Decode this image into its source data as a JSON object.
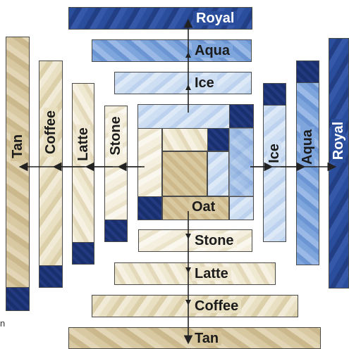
{
  "labels": {
    "royal_top": "Royal",
    "aqua_top": "Aqua",
    "ice_top": "Ice",
    "oat": "Oat",
    "stone_bottom": "Stone",
    "latte_bottom": "Latte",
    "coffee_bottom": "Coffee",
    "tan_bottom": "Tan",
    "tan_left": "Tan",
    "coffee_left": "Coffee",
    "latte_left": "Latte",
    "stone_left": "Stone",
    "ice_right": "Ice",
    "aqua_right": "Aqua",
    "royal_right": "Royal"
  },
  "caption": "n",
  "colors": {
    "royal": "#2a4d9c",
    "aqua": "#7ea6dc",
    "ice": "#cfdff3",
    "oat": "#d9c9a1",
    "stone": "#f4efdf",
    "latte": "#efe7cf",
    "coffee": "#e8dfc1",
    "tan": "#d5c499",
    "navy": "#1a2f6e",
    "arrow": "#222222"
  }
}
